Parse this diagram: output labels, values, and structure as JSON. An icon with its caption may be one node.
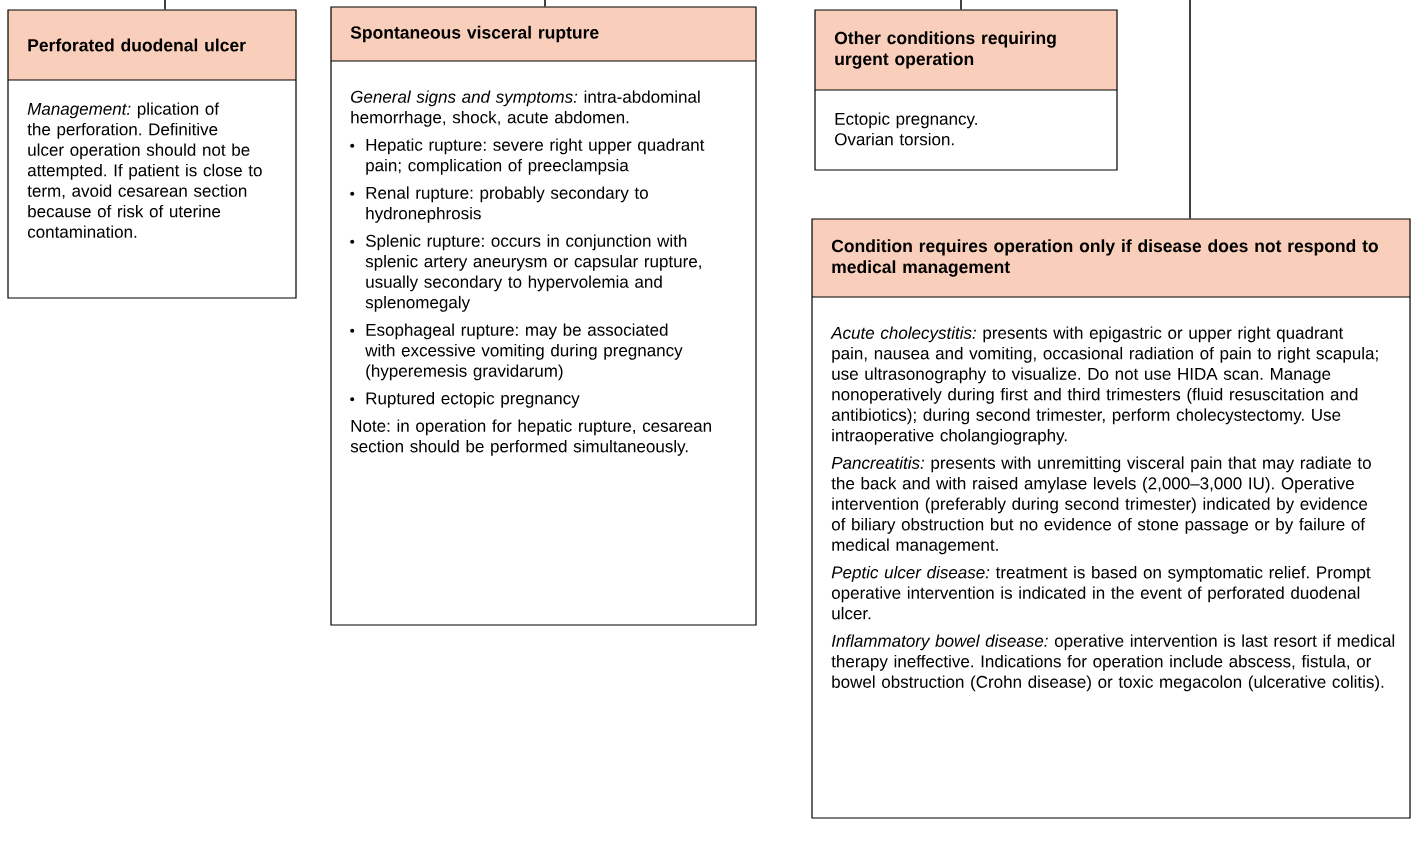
{
  "diagram": {
    "nodes": [
      {
        "text": [
          "Perforated duodenal ulcer",
          "*Management:* plication of the perforation. Definitive ulcer operation should not be attempted. If patient is close to term, avoid cesarean section because of risk of uterine contamination."
        ]
      },
      {
        "text": [
          "Spontaneous visceral rupture",
          "*General signs and symptoms:* intra-abdominal hemorrhage, shock, acute abdomen.",
          "Hepatic rupture: severe right upper quadrant pain; complication of preeclampsia",
          "Renal rupture: probably secondary to hydronephrosis",
          "Splenic rupture: occurs in conjunction with splenic artery aneurysm or capsular rupture, usually secondary to hypervolemia and splenomegaly",
          "Esophageal rupture: may be associated with excessive vomiting during pregnancy (hyperemesis gravidarum)",
          "Ruptured ectopic pregnancy",
          "Note: in operation for hepatic rupture, cesarean section should be performed simultaneously."
        ]
      },
      {
        "text": [
          "Other conditions requiring urgent operation",
          "Ectopic pregnancy.",
          "Ovarian torsion."
        ]
      },
      {
        "text": [
          "Condition requires operation only if disease does not respond to medical management",
          "*Acute cholecystitis:* presents with epigastric or upper right quadrant pain, nausea and vomiting, occasional radiation of pain to right scapula; use ultrasonography to visualize. Do not use HIDA scan. Manage nonoperatively during first and third trimesters (fluid resuscitation and antibiotics); during second trimester, perform cholecystectomy. Use intraoperative cholangiography.",
          "*Pancreatitis:* presents with unremitting visceral pain that may radiate to the back and with raised amylase levels (2,000–3,000 IU). Operative intervention (preferably during second trimester) indicated by evidence of biliary obstruction but no evidence of stone passage or by failure of medical management.",
          "*Peptic ulcer disease:* treatment is based on symptomatic relief. Prompt operative intervention is indicated in the event of perforated duodenal ulcer.",
          "*Inflammatory bowel disease:* operative intervention is last resort if medical therapy ineffective. Indications for operation include abscess, fistula, or bowel obstruction (Crohn disease) or toxic megacolon (ulcerative colitis)."
        ]
      }
    ],
    "edges": [
      {
        "from": null,
        "to": 0,
        "arrow": "none"
      },
      {
        "from": null,
        "to": 1,
        "arrow": "none"
      },
      {
        "from": null,
        "to": 2,
        "arrow": "none"
      },
      {
        "from": null,
        "to": 3,
        "arrow": "none"
      }
    ]
  }
}
